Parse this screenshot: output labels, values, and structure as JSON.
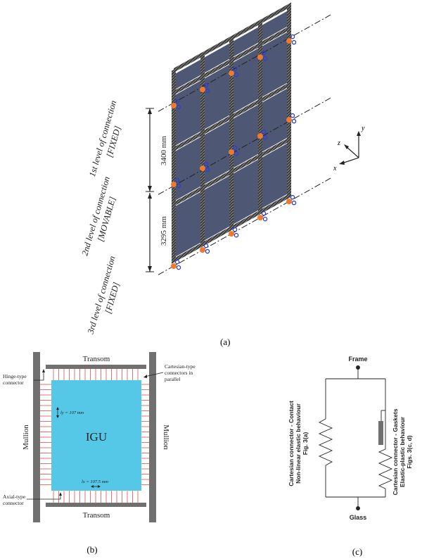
{
  "panel_a": {
    "caption": "(a)",
    "level1": {
      "line1": "1st level of connection",
      "line2": "[FIXED]"
    },
    "level2": {
      "line1": "2nd level of connection",
      "line2": "[MOVABLE]"
    },
    "level3": {
      "line1": "3rd level of connection",
      "line2": "[FIXED]"
    },
    "dim_upper": "3400 mm",
    "dim_lower": "3295 mm",
    "axes": {
      "x": "x",
      "y": "y",
      "z": "z"
    }
  },
  "panel_b": {
    "caption": "(b)",
    "transom_top": "Transom",
    "transom_bottom": "Transom",
    "mullion_left": "Mullion",
    "mullion_right": "Mullion",
    "igu": "IGU",
    "hinge": {
      "line1": "Hinge-type",
      "line2": "connector"
    },
    "cartesian": {
      "line1": "Cartesian-type",
      "line2": "connectors in",
      "line3": "parallel"
    },
    "axial": {
      "line1": "Axial-type",
      "line2": "connector"
    },
    "spacing_vertical": "ly = 107 mm",
    "spacing_horizontal": "lx = 107.5 mm",
    "colors": {
      "igu": "#55c8e8",
      "frame": "#6e6e6e",
      "connector": "#e05050"
    }
  },
  "panel_c": {
    "caption": "(c)",
    "frame": "Frame",
    "glass": "Glass",
    "left_label": {
      "line1": "Cartesian connector - Contact",
      "line2": "Non-linear elastic behaviour",
      "line3": "Fig. 3(a)"
    },
    "right_label": {
      "line1": "Cartesian connector - Gaskets",
      "line2": "Elastic-plastic behaviour",
      "line3": "Figs. 3(c, d)"
    }
  }
}
